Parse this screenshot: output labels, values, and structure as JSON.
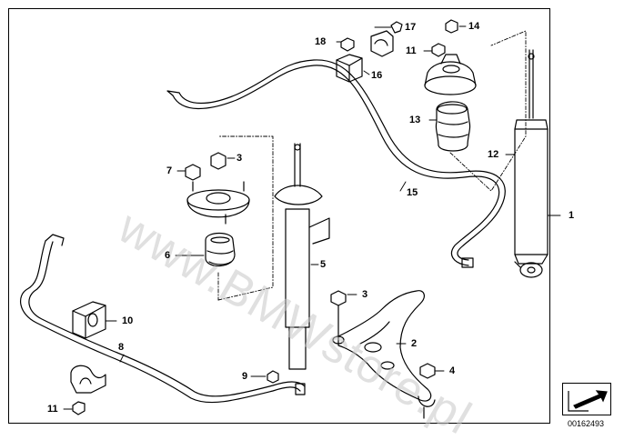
{
  "watermark": "www.BMWstore.pl",
  "doc_number": "00162493",
  "parts": {
    "p1": "1",
    "p2": "2",
    "p3a": "3",
    "p3b": "3",
    "p4": "4",
    "p5": "5",
    "p6": "6",
    "p7": "7",
    "p8": "8",
    "p9": "9",
    "p10": "10",
    "p11a": "11",
    "p11b": "11",
    "p12": "12",
    "p13": "13",
    "p14": "14",
    "p15": "15",
    "p16": "16",
    "p17": "17",
    "p18": "18"
  },
  "colors": {
    "line": "#000000",
    "watermark": "#c8c8c8"
  },
  "nav_icon": "arrow-navigation-icon"
}
